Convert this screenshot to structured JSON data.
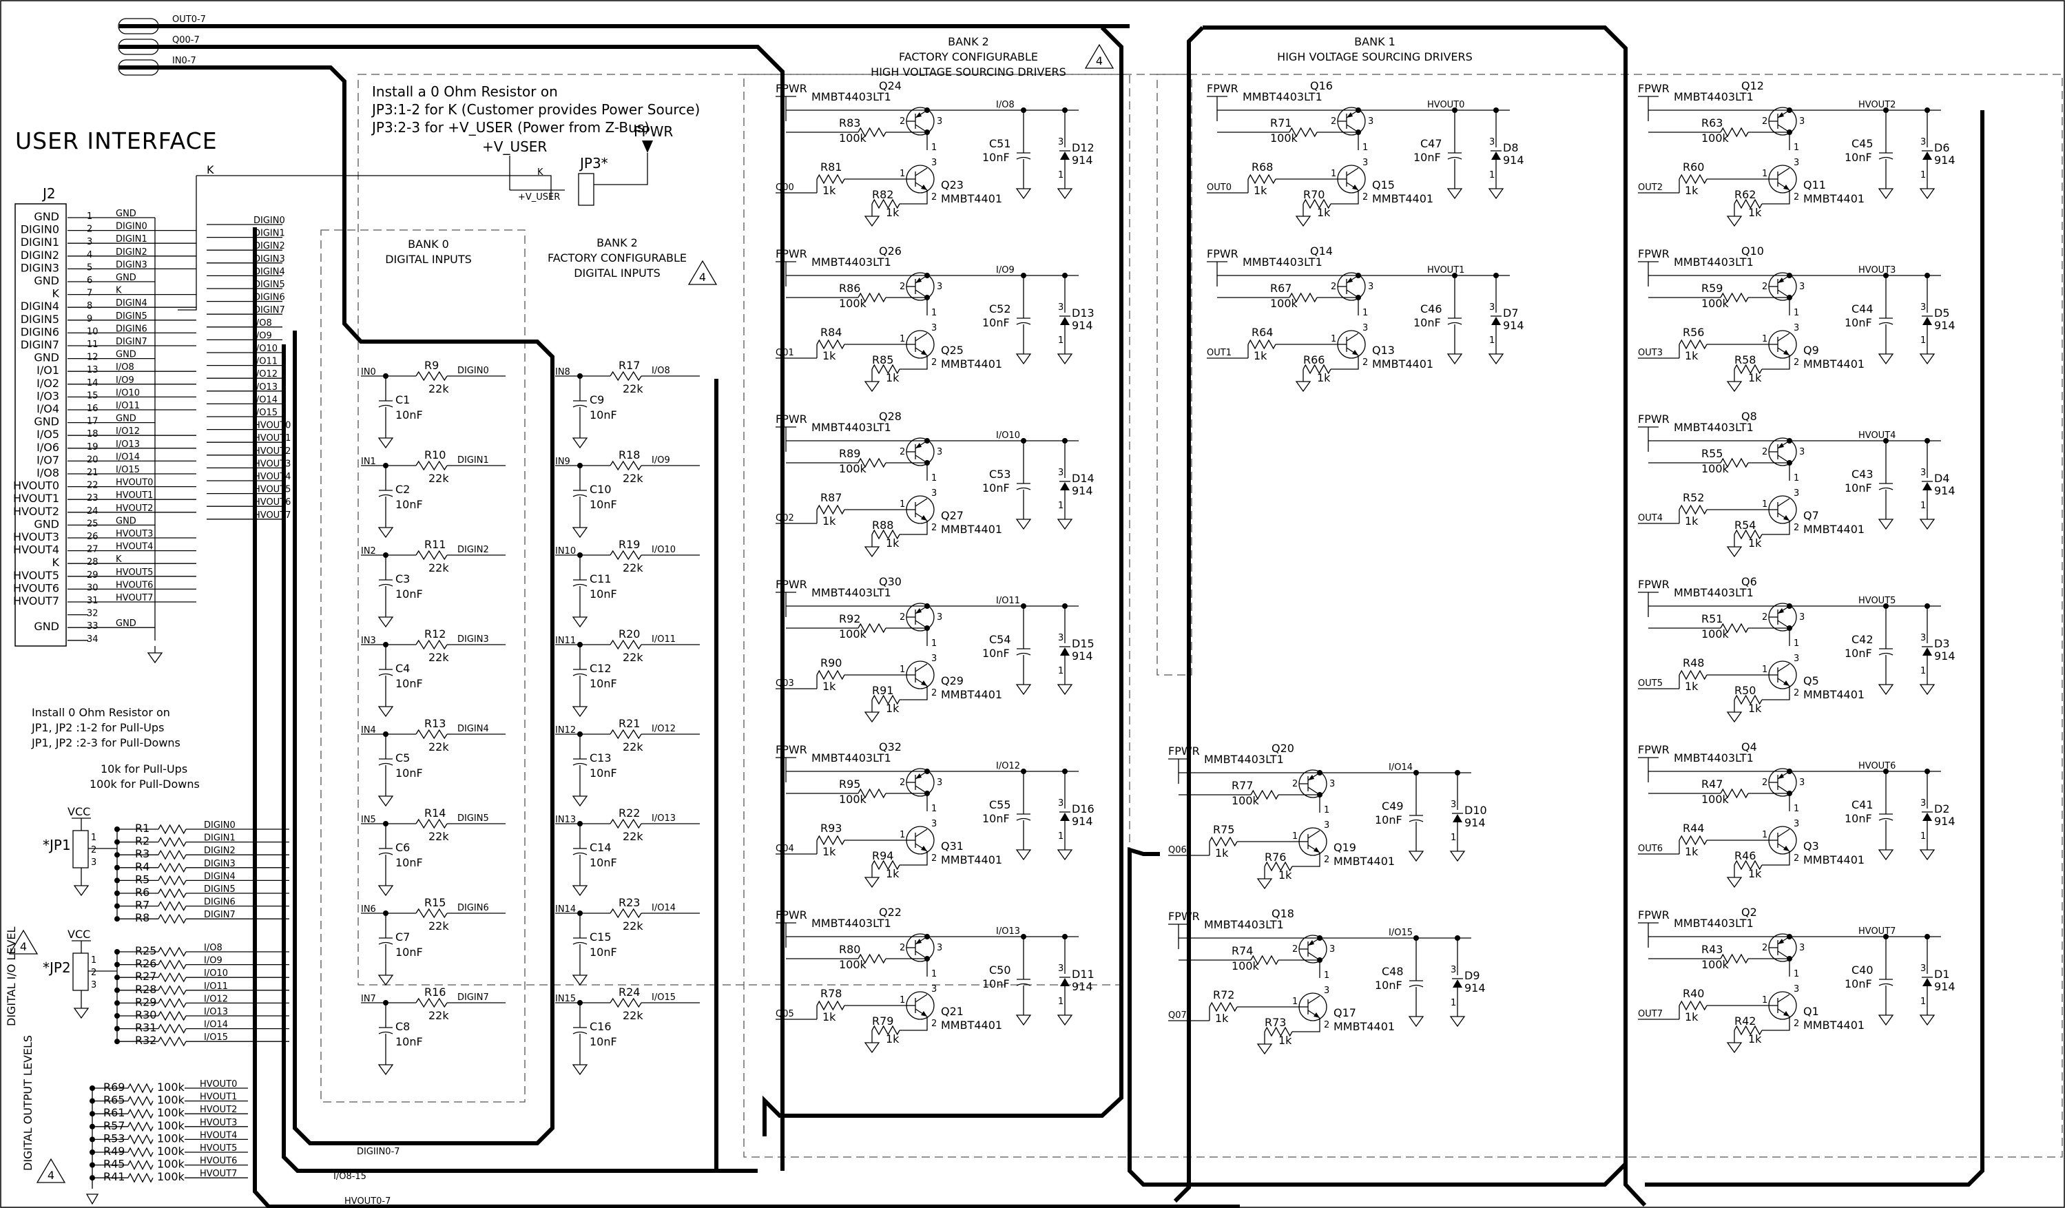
{
  "title": "USER INTERFACE",
  "nets": {
    "out_bus": "OUT0-7",
    "q_bus": "Q00-7",
    "in_bus": "IN0-7",
    "digiin_bus": "DIGIIN0-7",
    "io_bus": "I/O8-15",
    "hvout_bus": "HVOUT0-7"
  },
  "connector": {
    "ref": "J2",
    "pins": [
      {
        "num": "1",
        "sig": "GND",
        "label": "GND"
      },
      {
        "num": "2",
        "sig": "DIGIN0",
        "label": "DIGIN0"
      },
      {
        "num": "3",
        "sig": "DIGIN1",
        "label": "DIGIN1"
      },
      {
        "num": "4",
        "sig": "DIGIN2",
        "label": "DIGIN2"
      },
      {
        "num": "5",
        "sig": "DIGIN3",
        "label": "DIGIN3"
      },
      {
        "num": "6",
        "sig": "GND",
        "label": "GND"
      },
      {
        "num": "7",
        "sig": "K",
        "label": "K"
      },
      {
        "num": "8",
        "sig": "DIGIN4",
        "label": "DIGIN4"
      },
      {
        "num": "9",
        "sig": "DIGIN5",
        "label": "DIGIN5"
      },
      {
        "num": "10",
        "sig": "DIGIN6",
        "label": "DIGIN6"
      },
      {
        "num": "11",
        "sig": "DIGIN7",
        "label": "DIGIN7"
      },
      {
        "num": "12",
        "sig": "GND",
        "label": "GND"
      },
      {
        "num": "13",
        "sig": "I/O8",
        "label": "I/O1"
      },
      {
        "num": "14",
        "sig": "I/O9",
        "label": "I/O2"
      },
      {
        "num": "15",
        "sig": "I/O10",
        "label": "I/O3"
      },
      {
        "num": "16",
        "sig": "I/O11",
        "label": "I/O4"
      },
      {
        "num": "17",
        "sig": "GND",
        "label": "GND"
      },
      {
        "num": "18",
        "sig": "I/O12",
        "label": "I/O5"
      },
      {
        "num": "19",
        "sig": "I/O13",
        "label": "I/O6"
      },
      {
        "num": "20",
        "sig": "I/O14",
        "label": "I/O7"
      },
      {
        "num": "21",
        "sig": "I/O15",
        "label": "I/O8"
      },
      {
        "num": "22",
        "sig": "HVOUT0",
        "label": "HVOUT0"
      },
      {
        "num": "23",
        "sig": "HVOUT1",
        "label": "HVOUT1"
      },
      {
        "num": "24",
        "sig": "HVOUT2",
        "label": "HVOUT2"
      },
      {
        "num": "25",
        "sig": "GND",
        "label": "GND"
      },
      {
        "num": "26",
        "sig": "HVOUT3",
        "label": "HVOUT3"
      },
      {
        "num": "27",
        "sig": "HVOUT4",
        "label": "HVOUT4"
      },
      {
        "num": "28",
        "sig": "K",
        "label": "K"
      },
      {
        "num": "29",
        "sig": "HVOUT5",
        "label": "HVOUT5"
      },
      {
        "num": "30",
        "sig": "HVOUT6",
        "label": "HVOUT6"
      },
      {
        "num": "31",
        "sig": "HVOUT7",
        "label": "HVOUT7"
      },
      {
        "num": "32",
        "sig": "",
        "label": ""
      },
      {
        "num": "33",
        "sig": "GND",
        "label": "GND"
      },
      {
        "num": "34",
        "sig": "",
        "label": ""
      }
    ],
    "right_nets": [
      "DIGIN0",
      "DIGIN1",
      "DIGIN2",
      "DIGIN3",
      "DIGIN4",
      "DIGIN5",
      "DIGIN6",
      "DIGIN7",
      "I/O8",
      "I/O9",
      "I/O10",
      "I/O11",
      "I/O12",
      "I/O13",
      "I/O14",
      "I/O15",
      "HVOUT0",
      "HVOUT1",
      "HVOUT2",
      "HVOUT3",
      "HVOUT4",
      "HVOUT5",
      "HVOUT6",
      "HVOUT7"
    ],
    "k_label": "K"
  },
  "jp3_note": {
    "lines": [
      "Install a 0 Ohm Resistor on",
      "JP3:1-2 for K (Customer provides Power Source)",
      "JP3:2-3 for +V_USER (Power from Z-Bus)"
    ],
    "vuser": "+V_USER",
    "vuser_pin": "+V_USER",
    "ref": "JP3",
    "fpwr": "FPWR",
    "k": "K"
  },
  "jp_note": {
    "lines": [
      "Install 0 Ohm Resistor on",
      "JP1, JP2 :1-2 for Pull-Ups",
      "JP1, JP2 :2-3 for Pull-Downs",
      "10k for Pull-Ups",
      "100k for Pull-Downs"
    ]
  },
  "jp1": {
    "ref": "JP1",
    "vcc": "VCC",
    "resistors": [
      "R1",
      "R2",
      "R3",
      "R4",
      "R5",
      "R6",
      "R7",
      "R8"
    ],
    "nets": [
      "DIGIN0",
      "DIGIN1",
      "DIGIN2",
      "DIGIN3",
      "DIGIN4",
      "DIGIN5",
      "DIGIN6",
      "DIGIN7"
    ]
  },
  "jp2": {
    "ref": "JP2",
    "vcc": "VCC",
    "resistors": [
      "R25",
      "R26",
      "R27",
      "R28",
      "R29",
      "R30",
      "R31",
      "R32"
    ],
    "nets": [
      "I/O8",
      "I/O9",
      "I/O10",
      "I/O11",
      "I/O12",
      "I/O13",
      "I/O14",
      "I/O15"
    ]
  },
  "hv_levels": {
    "resistors": [
      "R69",
      "R65",
      "R61",
      "R57",
      "R53",
      "R49",
      "R45",
      "R41"
    ],
    "value": "100k",
    "nets": [
      "HVOUT0",
      "HVOUT1",
      "HVOUT2",
      "HVOUT3",
      "HVOUT4",
      "HVOUT5",
      "HVOUT6",
      "HVOUT7"
    ]
  },
  "side_labels": {
    "io_level": "DIGITAL I/O LEVEL",
    "out_level": "DIGITAL OUTPUT LEVELS"
  },
  "flag": "4",
  "bank0_inputs": {
    "title": [
      "BANK 0",
      "DIGITAL INPUTS"
    ],
    "rows": [
      {
        "in": "IN0",
        "r": "R9",
        "rv": "22k",
        "c": "C1",
        "cv": "10nF",
        "net": "DIGIN0"
      },
      {
        "in": "IN1",
        "r": "R10",
        "rv": "22k",
        "c": "C2",
        "cv": "10nF",
        "net": "DIGIN1"
      },
      {
        "in": "IN2",
        "r": "R11",
        "rv": "22k",
        "c": "C3",
        "cv": "10nF",
        "net": "DIGIN2"
      },
      {
        "in": "IN3",
        "r": "R12",
        "rv": "22k",
        "c": "C4",
        "cv": "10nF",
        "net": "DIGIN3"
      },
      {
        "in": "IN4",
        "r": "R13",
        "rv": "22k",
        "c": "C5",
        "cv": "10nF",
        "net": "DIGIN4"
      },
      {
        "in": "IN5",
        "r": "R14",
        "rv": "22k",
        "c": "C6",
        "cv": "10nF",
        "net": "DIGIN5"
      },
      {
        "in": "IN6",
        "r": "R15",
        "rv": "22k",
        "c": "C7",
        "cv": "10nF",
        "net": "DIGIN6"
      },
      {
        "in": "IN7",
        "r": "R16",
        "rv": "22k",
        "c": "C8",
        "cv": "10nF",
        "net": "DIGIN7"
      }
    ]
  },
  "bank2_inputs": {
    "title": [
      "BANK 2",
      "FACTORY CONFIGURABLE",
      "DIGITAL INPUTS"
    ],
    "rows": [
      {
        "in": "IN8",
        "r": "R17",
        "rv": "22k",
        "c": "C9",
        "cv": "10nF",
        "net": "I/O8"
      },
      {
        "in": "IN9",
        "r": "R18",
        "rv": "22k",
        "c": "C10",
        "cv": "10nF",
        "net": "I/O9"
      },
      {
        "in": "IN10",
        "r": "R19",
        "rv": "22k",
        "c": "C11",
        "cv": "10nF",
        "net": "I/O10"
      },
      {
        "in": "IN11",
        "r": "R20",
        "rv": "22k",
        "c": "C12",
        "cv": "10nF",
        "net": "I/O11"
      },
      {
        "in": "IN12",
        "r": "R21",
        "rv": "22k",
        "c": "C13",
        "cv": "10nF",
        "net": "I/O12"
      },
      {
        "in": "IN13",
        "r": "R22",
        "rv": "22k",
        "c": "C14",
        "cv": "10nF",
        "net": "I/O13"
      },
      {
        "in": "IN14",
        "r": "R23",
        "rv": "22k",
        "c": "C15",
        "cv": "10nF",
        "net": "I/O14"
      },
      {
        "in": "IN15",
        "r": "R24",
        "rv": "22k",
        "c": "C16",
        "cv": "10nF",
        "net": "I/O15"
      }
    ]
  },
  "bank2_drivers": {
    "title": [
      "BANK 2",
      "FACTORY CONFIGURABLE",
      "HIGH VOLTAGE SOURCING DRIVERS"
    ],
    "cells": [
      {
        "fpwr": "FPWR",
        "qp": "Q24",
        "qpt": "MMBT4403LT1",
        "rp": "R83",
        "rpv": "100k",
        "in": "Q00",
        "rb": "R81",
        "rbv": "1k",
        "re": "R82",
        "rev": "1k",
        "qn": "Q23",
        "qnt": "MMBT4401",
        "c": "C51",
        "cv": "10nF",
        "d": "D12",
        "dt": "914",
        "out": "I/O8"
      },
      {
        "fpwr": "FPWR",
        "qp": "Q26",
        "qpt": "MMBT4403LT1",
        "rp": "R86",
        "rpv": "100k",
        "in": "Q01",
        "rb": "R84",
        "rbv": "1k",
        "re": "R85",
        "rev": "1k",
        "qn": "Q25",
        "qnt": "MMBT4401",
        "c": "C52",
        "cv": "10nF",
        "d": "D13",
        "dt": "914",
        "out": "I/O9"
      },
      {
        "fpwr": "FPWR",
        "qp": "Q28",
        "qpt": "MMBT4403LT1",
        "rp": "R89",
        "rpv": "100k",
        "in": "Q02",
        "rb": "R87",
        "rbv": "1k",
        "re": "R88",
        "rev": "1k",
        "qn": "Q27",
        "qnt": "MMBT4401",
        "c": "C53",
        "cv": "10nF",
        "d": "D14",
        "dt": "914",
        "out": "I/O10"
      },
      {
        "fpwr": "FPWR",
        "qp": "Q30",
        "qpt": "MMBT4403LT1",
        "rp": "R92",
        "rpv": "100k",
        "in": "Q03",
        "rb": "R90",
        "rbv": "1k",
        "re": "R91",
        "rev": "1k",
        "qn": "Q29",
        "qnt": "MMBT4401",
        "c": "C54",
        "cv": "10nF",
        "d": "D15",
        "dt": "914",
        "out": "I/O11"
      },
      {
        "fpwr": "FPWR",
        "qp": "Q32",
        "qpt": "MMBT4403LT1",
        "rp": "R95",
        "rpv": "100k",
        "in": "Q04",
        "rb": "R93",
        "rbv": "1k",
        "re": "R94",
        "rev": "1k",
        "qn": "Q31",
        "qnt": "MMBT4401",
        "c": "C55",
        "cv": "10nF",
        "d": "D16",
        "dt": "914",
        "out": "I/O12"
      },
      {
        "fpwr": "FPWR",
        "qp": "Q22",
        "qpt": "MMBT4403LT1",
        "rp": "R80",
        "rpv": "100k",
        "in": "Q05",
        "rb": "R78",
        "rbv": "1k",
        "re": "R79",
        "rev": "1k",
        "qn": "Q21",
        "qnt": "MMBT4401",
        "c": "C50",
        "cv": "10nF",
        "d": "D11",
        "dt": "914",
        "out": "I/O13"
      }
    ]
  },
  "bank1_drivers": {
    "title": [
      "BANK 1",
      "HIGH VOLTAGE SOURCING DRIVERS"
    ],
    "cells": [
      {
        "fpwr": "FPWR",
        "qp": "Q16",
        "qpt": "MMBT4403LT1",
        "rp": "R71",
        "rpv": "100k",
        "in": "OUT0",
        "rb": "R68",
        "rbv": "1k",
        "re": "R70",
        "rev": "1k",
        "qn": "Q15",
        "qnt": "MMBT4401",
        "c": "C47",
        "cv": "10nF",
        "d": "D8",
        "dt": "914",
        "out": "HVOUT0"
      },
      {
        "fpwr": "FPWR",
        "qp": "Q14",
        "qpt": "MMBT4403LT1",
        "rp": "R67",
        "rpv": "100k",
        "in": "OUT1",
        "rb": "R64",
        "rbv": "1k",
        "re": "R66",
        "rev": "1k",
        "qn": "Q13",
        "qnt": "MMBT4401",
        "c": "C46",
        "cv": "10nF",
        "d": "D7",
        "dt": "914",
        "out": "HVOUT1"
      }
    ]
  },
  "mid_drivers": {
    "cells": [
      {
        "fpwr": "FPWR",
        "qp": "Q20",
        "qpt": "MMBT4403LT1",
        "rp": "R77",
        "rpv": "100k",
        "in": "Q06",
        "rb": "R75",
        "rbv": "1k",
        "re": "R76",
        "rev": "1k",
        "qn": "Q19",
        "qnt": "MMBT4401",
        "c": "C49",
        "cv": "10nF",
        "d": "D10",
        "dt": "914",
        "out": "I/O14"
      },
      {
        "fpwr": "FPWR",
        "qp": "Q18",
        "qpt": "MMBT4403LT1",
        "rp": "R74",
        "rpv": "100k",
        "in": "Q07",
        "rb": "R72",
        "rbv": "1k",
        "re": "R73",
        "rev": "1k",
        "qn": "Q17",
        "qnt": "MMBT4401",
        "c": "C48",
        "cv": "10nF",
        "d": "D9",
        "dt": "914",
        "out": "I/O15"
      }
    ]
  },
  "right_drivers": {
    "cells": [
      {
        "fpwr": "FPWR",
        "qp": "Q12",
        "qpt": "MMBT4403LT1",
        "rp": "R63",
        "rpv": "100k",
        "in": "OUT2",
        "rb": "R60",
        "rbv": "1k",
        "re": "R62",
        "rev": "1k",
        "qn": "Q11",
        "qnt": "MMBT4401",
        "c": "C45",
        "cv": "10nF",
        "d": "D6",
        "dt": "914",
        "out": "HVOUT2"
      },
      {
        "fpwr": "FPWR",
        "qp": "Q10",
        "qpt": "MMBT4403LT1",
        "rp": "R59",
        "rpv": "100k",
        "in": "OUT3",
        "rb": "R56",
        "rbv": "1k",
        "re": "R58",
        "rev": "1k",
        "qn": "Q9",
        "qnt": "MMBT4401",
        "c": "C44",
        "cv": "10nF",
        "d": "D5",
        "dt": "914",
        "out": "HVOUT3"
      },
      {
        "fpwr": "FPWR",
        "qp": "Q8",
        "qpt": "MMBT4403LT1",
        "rp": "R55",
        "rpv": "100k",
        "in": "OUT4",
        "rb": "R52",
        "rbv": "1k",
        "re": "R54",
        "rev": "1k",
        "qn": "Q7",
        "qnt": "MMBT4401",
        "c": "C43",
        "cv": "10nF",
        "d": "D4",
        "dt": "914",
        "out": "HVOUT4"
      },
      {
        "fpwr": "FPWR",
        "qp": "Q6",
        "qpt": "MMBT4403LT1",
        "rp": "R51",
        "rpv": "100k",
        "in": "OUT5",
        "rb": "R48",
        "rbv": "1k",
        "re": "R50",
        "rev": "1k",
        "qn": "Q5",
        "qnt": "MMBT4401",
        "c": "C42",
        "cv": "10nF",
        "d": "D3",
        "dt": "914",
        "out": "HVOUT5"
      },
      {
        "fpwr": "FPWR",
        "qp": "Q4",
        "qpt": "MMBT4403LT1",
        "rp": "R47",
        "rpv": "100k",
        "in": "OUT6",
        "rb": "R44",
        "rbv": "1k",
        "re": "R46",
        "rev": "1k",
        "qn": "Q3",
        "qnt": "MMBT4401",
        "c": "C41",
        "cv": "10nF",
        "d": "D2",
        "dt": "914",
        "out": "HVOUT6"
      },
      {
        "fpwr": "FPWR",
        "qp": "Q2",
        "qpt": "MMBT4403LT1",
        "rp": "R43",
        "rpv": "100k",
        "in": "OUT7",
        "rb": "R40",
        "rbv": "1k",
        "re": "R42",
        "rev": "1k",
        "qn": "Q1",
        "qnt": "MMBT4401",
        "c": "C40",
        "cv": "10nF",
        "d": "D1",
        "dt": "914",
        "out": "HVOUT7"
      }
    ]
  }
}
